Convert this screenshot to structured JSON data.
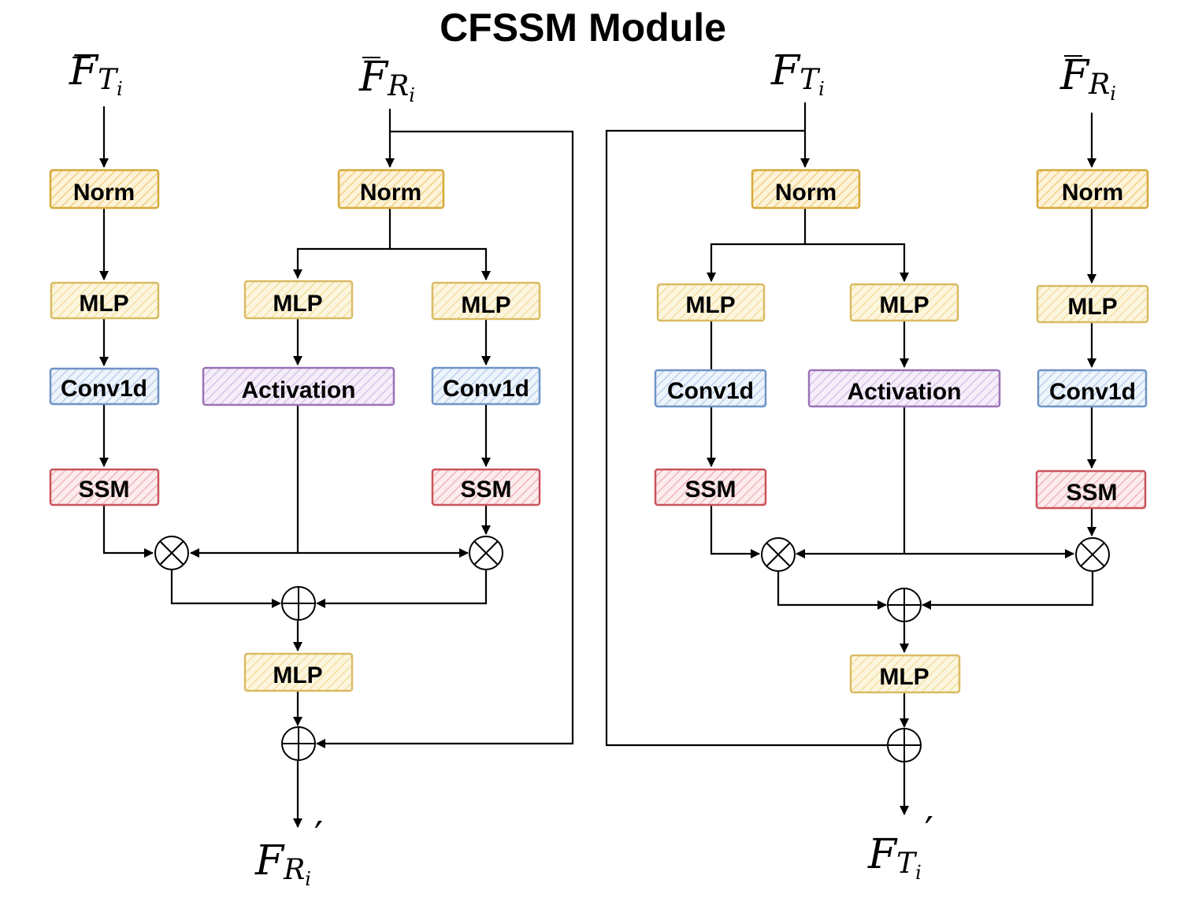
{
  "title": "CFSSM Module",
  "colors": {
    "norm": "#d6a93a",
    "norm_fill": "#fbe6b2",
    "mlp": "#d9bb64",
    "mlp_fill": "#fbeec2",
    "conv": "#6f93c6",
    "conv_fill": "#d6e4f6",
    "activation": "#9b72b6",
    "activation_fill": "#e7d7f0",
    "ssm": "#c9525a",
    "ssm_fill": "#f6cfd2"
  },
  "left_branch": {
    "input_t": {
      "main": "F",
      "sub": "T",
      "subsub": "i",
      "bar": true
    },
    "input_r": {
      "main": "F",
      "sub": "R",
      "subsub": "i",
      "bar": true
    },
    "norm_a": "Norm",
    "norm_b": "Norm",
    "mlp_a": "MLP",
    "mlp_b": "MLP",
    "mlp_c": "MLP",
    "conv_a": "Conv1d",
    "activation": "Activation",
    "conv_b": "Conv1d",
    "ssm_a": "SSM",
    "ssm_b": "SSM",
    "mlp_out": "MLP",
    "output": {
      "main": "F",
      "sub": "R",
      "subsub": "i",
      "prime": "′"
    }
  },
  "right_branch": {
    "input_t": {
      "main": "F",
      "sub": "T",
      "subsub": "i",
      "bar": true
    },
    "input_r": {
      "main": "F",
      "sub": "R",
      "subsub": "i",
      "bar": true
    },
    "norm_a": "Norm",
    "norm_b": "Norm",
    "mlp_a": "MLP",
    "mlp_b": "MLP",
    "mlp_c": "MLP",
    "conv_a": "Conv1d",
    "activation": "Activation",
    "conv_b": "Conv1d",
    "ssm_a": "SSM",
    "ssm_b": "SSM",
    "mlp_out": "MLP",
    "output": {
      "main": "F",
      "sub": "T",
      "subsub": "i",
      "prime": "′"
    }
  },
  "icons": {
    "multiply": "circled-times-icon",
    "add": "circled-plus-icon",
    "arrow": "arrow-head-icon"
  }
}
